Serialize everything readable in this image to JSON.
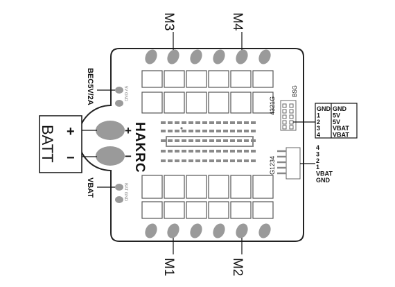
{
  "motors": {
    "m1": "M1",
    "m2": "M2",
    "m3": "M3",
    "m4": "M4"
  },
  "battery": {
    "label": "BATT",
    "plus": "+",
    "minus": "−"
  },
  "board": {
    "logo": "HAKRC",
    "pad_plus": "+",
    "pad_minus": "−",
    "bec_label": "BEC5V/2A",
    "vbat_label": "VBAT",
    "bec_pads": "5V GND",
    "vbat_pads": "BAT GND",
    "label_4321g": "4321G",
    "label_g1234": "G1234",
    "label_bsg": "BSG"
  },
  "right_table": {
    "rows": [
      {
        "pin": "GND",
        "func": "GND"
      },
      {
        "pin": "1",
        "func": "5V"
      },
      {
        "pin": "2",
        "func": "5V"
      },
      {
        "pin": "3",
        "func": "VBAT"
      },
      {
        "pin": "4",
        "func": "VBAT"
      }
    ]
  },
  "right_list": {
    "items": [
      "4",
      "3",
      "2",
      "1",
      "VBAT",
      "GND"
    ]
  }
}
